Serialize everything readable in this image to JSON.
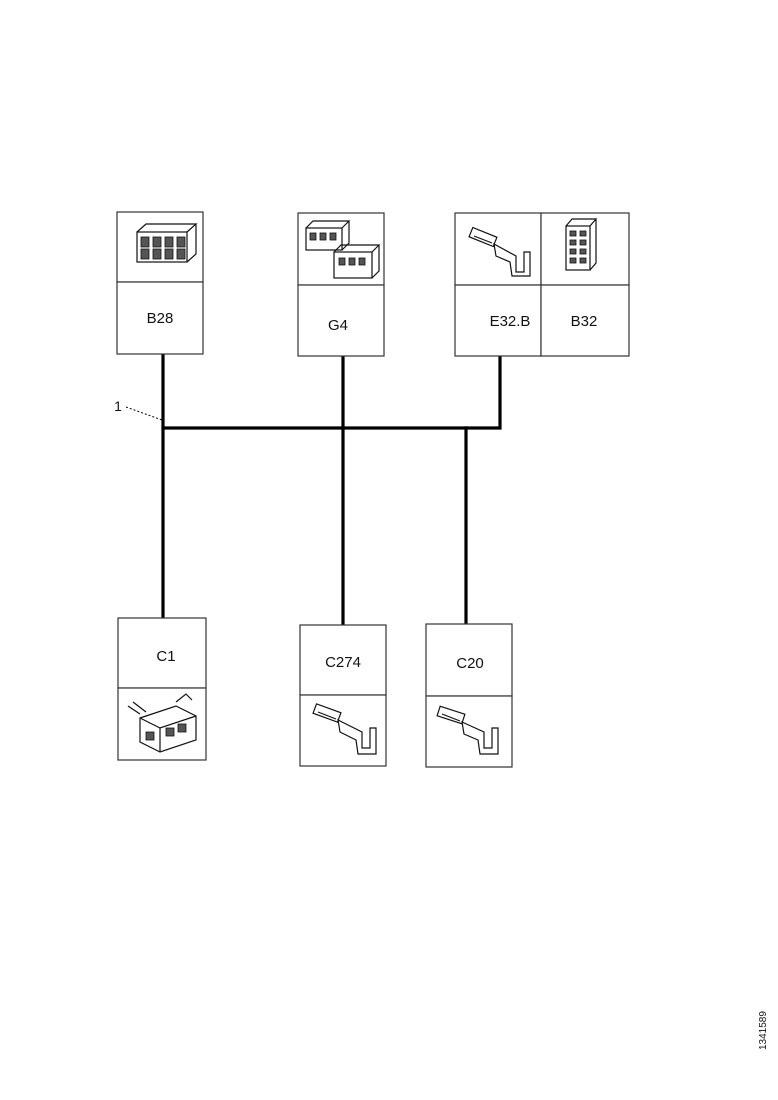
{
  "connectors": {
    "b28": {
      "label": "B28",
      "icon": "multi-pin-connector-icon"
    },
    "g4": {
      "label": "G4",
      "icon": "double-connector-icon"
    },
    "e32b": {
      "label": "E32.B",
      "icon": "terminal-pin-icon"
    },
    "b32": {
      "label": "B32",
      "icon": "socket-housing-icon"
    },
    "c1": {
      "label": "C1",
      "icon": "plug-connector-icon"
    },
    "c274": {
      "label": "C274",
      "icon": "terminal-pin-icon"
    },
    "c20": {
      "label": "C20",
      "icon": "terminal-pin-icon"
    }
  },
  "callout": {
    "number": "1"
  },
  "drawing_code": "1341589"
}
